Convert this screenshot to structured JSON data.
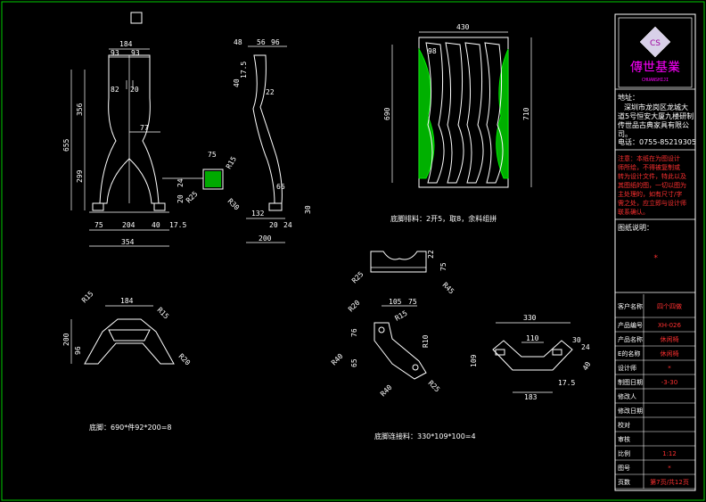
{
  "dims": {
    "top_width": "184",
    "half_a": "93",
    "half_b": "93",
    "neck_a": "82",
    "neck_b": "20",
    "mid_77": "77",
    "h655": "655",
    "h356": "356",
    "h299": "299",
    "base_75": "75",
    "base_204": "204",
    "base_40": "40",
    "base_17_5": "17.5",
    "base_354": "354",
    "leg_20": "20",
    "leg_24": "24",
    "side_48": "48",
    "side_56": "56",
    "side_96": "96",
    "side_40": "40",
    "side_17_5": "17.5",
    "side_22": "22",
    "side_66": "66",
    "side_132": "132",
    "side_20": "20",
    "side_24": "24",
    "side_200": "200",
    "side_30": "30",
    "sec_75": "75",
    "sec_R15": "R15",
    "sec_R25": "R25",
    "sec_R30": "R30"
  },
  "material": {
    "w430": "430",
    "r98": "98",
    "h690": "690",
    "h710": "710",
    "caption": "底脚排料：2开5，取8，余料组拼"
  },
  "foot": {
    "w184": "184",
    "R15a": "R15",
    "R15b": "R15",
    "h200": "200",
    "h96": "96",
    "R20": "R20",
    "caption": "底脚：690*件92*200=8"
  },
  "small": {
    "R25": "R25",
    "d22": "22",
    "d75": "75",
    "R45": "R45"
  },
  "connector": {
    "d105": "105",
    "d75": "75",
    "R20": "R20",
    "R15": "R15",
    "R10": "R10",
    "R40": "R40",
    "d76": "76",
    "d65": "65",
    "R40b": "R40",
    "R25": "R25",
    "caption": "底脚连接料：330*109*100=4"
  },
  "bracket": {
    "w330": "330",
    "d110": "110",
    "d30": "30",
    "d24": "24",
    "h109": "109",
    "d40": "40",
    "d17_5": "17.5",
    "d183": "183"
  },
  "title_block": {
    "logo_text": "傳世基業",
    "logo_sub": "CHUANSHIJI",
    "address_label": "地址：",
    "address_lines": [
      "深圳市龙岗区龙城大",
      "道5号恒安大厦九楼研制",
      "传世品古典家具有限公",
      "司。"
    ],
    "phone": "电话：0755-85219305",
    "notice_label": "注意：",
    "notice_lines": [
      "本纸在为图设计",
      "师所绘，不得被复制或",
      "转为设计文件，特此以及",
      "其图纸的图，一切以图为",
      "主处理的，如有尺寸/字",
      "需之处，应立即与设计师",
      "联系确认。"
    ],
    "remark_label": "图纸说明：",
    "remark_value": "*",
    "rows": [
      {
        "label": "客户名称",
        "value": "四个四做"
      },
      {
        "label": "产品编号",
        "value": "XH-026"
      },
      {
        "label": "产品名称",
        "value": "休闲椅"
      },
      {
        "label": "E的名称",
        "value": "休闲椅"
      },
      {
        "label": "设计师",
        "value": "*"
      },
      {
        "label": "制图日期",
        "value": "-3-30"
      },
      {
        "label": "修改人",
        "value": ""
      },
      {
        "label": "修改日期",
        "value": ""
      },
      {
        "label": "校对",
        "value": ""
      },
      {
        "label": "审核",
        "value": ""
      },
      {
        "label": "比例",
        "value": "1:12"
      },
      {
        "label": "图号",
        "value": "*"
      },
      {
        "label": "页数",
        "value": "第7页/共12页"
      }
    ]
  }
}
